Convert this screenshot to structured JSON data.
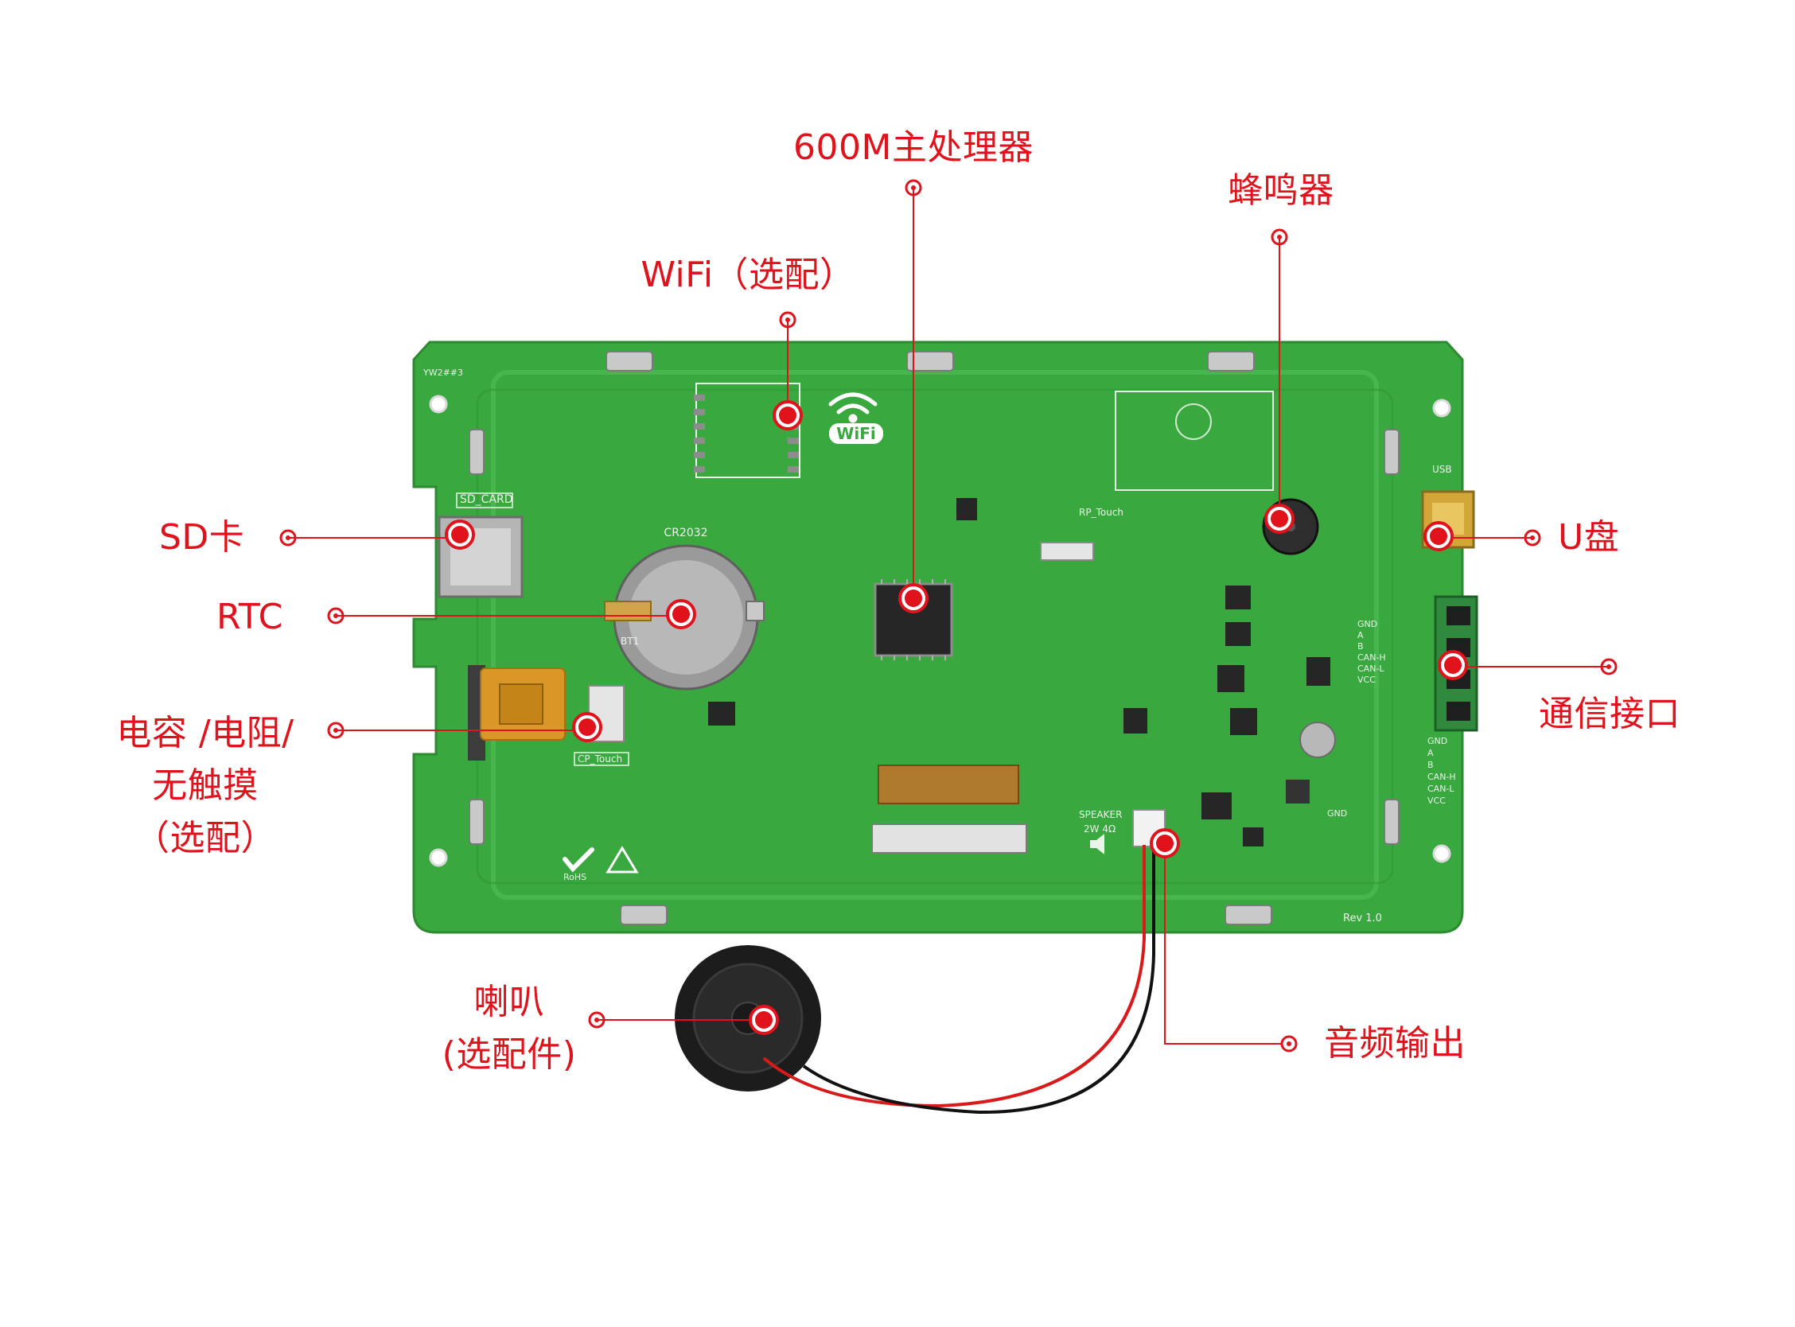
{
  "accent_color": "#e0121b",
  "pcb_color": "#39a83f",
  "callouts": {
    "cpu": "600M主处理器",
    "wifi": "WiFi（选配）",
    "buzzer": "蜂鸣器",
    "sd_card": "SD卡",
    "rtc": "RTC",
    "touch_line1": "电容 /电阻/",
    "touch_line2": "无触摸",
    "touch_line3": "（选配）",
    "usb": "U盘",
    "comm": "通信接口",
    "speaker_line1": "喇叭",
    "speaker_line2": "(选配件)",
    "audio_out": "音频输出"
  },
  "silkscreen": {
    "sd_card": "SD_CARD",
    "battery": "CR2032",
    "bt1": "BT1",
    "cp_touch": "CP_Touch",
    "rp_touch": "RP_Touch",
    "usb": "USB",
    "speaker": "SPEAKER",
    "speaker_spec": "2W 4Ω",
    "revision": "Rev 1.0",
    "rohs": "RoHS",
    "wifi_logo": "WiFi",
    "terminal_pins": [
      "GND",
      "A",
      "B",
      "CAN-H",
      "CAN-L",
      "VCC"
    ],
    "terminal_side_pins": [
      "GND",
      "A",
      "B",
      "CAN-H",
      "CAN-L",
      "VCC"
    ],
    "pcb_mark": "YW2##3",
    "gnd": "GND"
  },
  "icons": [
    "wifi-icon",
    "rohs-check-icon",
    "esd-triangle-icon",
    "speaker-icon"
  ]
}
